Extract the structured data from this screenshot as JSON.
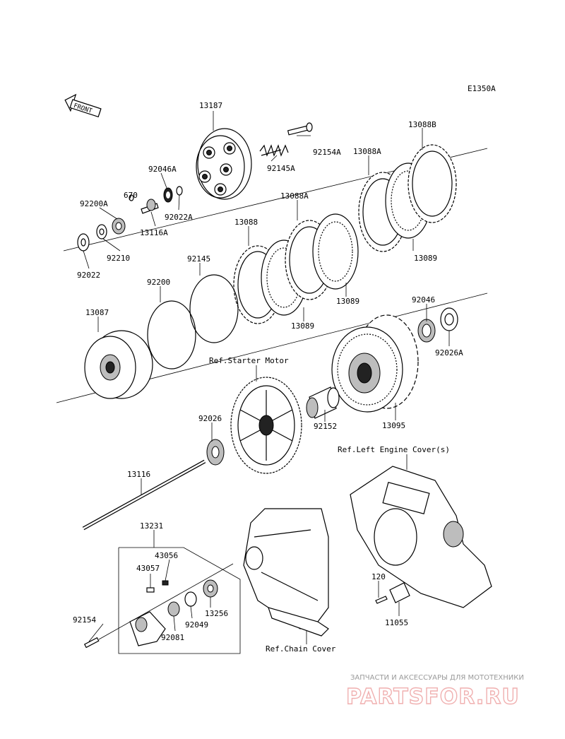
{
  "diagram_code": "E1350A",
  "front_label": "FRONT",
  "parts": {
    "p13187": "13187",
    "p92154A": "92154A",
    "p92145A": "92145A",
    "p13088B": "13088B",
    "p13088A_top": "13088A",
    "p13088A_mid": "13088A",
    "p92046A": "92046A",
    "p670": "670",
    "p92022A": "92022A",
    "p92200A": "92200A",
    "p13116A": "13116A",
    "p92210": "92210",
    "p92022": "92022",
    "p13088": "13088",
    "p13089_a": "13089",
    "p13089_b": "13089",
    "p13089_c": "13089",
    "p92145": "92145",
    "p92200": "92200",
    "p13087": "13087",
    "p92046": "92046",
    "p92026A": "92026A",
    "p92152": "92152",
    "p13095": "13095",
    "p92026": "92026",
    "p13116": "13116",
    "p13231": "13231",
    "p43056": "43056",
    "p43057": "43057",
    "p13256": "13256",
    "p92049": "92049",
    "p92081": "92081",
    "p92154": "92154",
    "p120": "120",
    "p11055": "11055"
  },
  "refs": {
    "starter_motor": "Ref.Starter Motor",
    "left_engine_cover": "Ref.Left Engine Cover(s)",
    "chain_cover": "Ref.Chain Cover"
  },
  "watermark": {
    "line1": "ЗАПЧАСТИ И АКСЕССУАРЫ ДЛЯ МОТОТЕХНИКИ",
    "line2": "PARTSFOR.RU"
  }
}
